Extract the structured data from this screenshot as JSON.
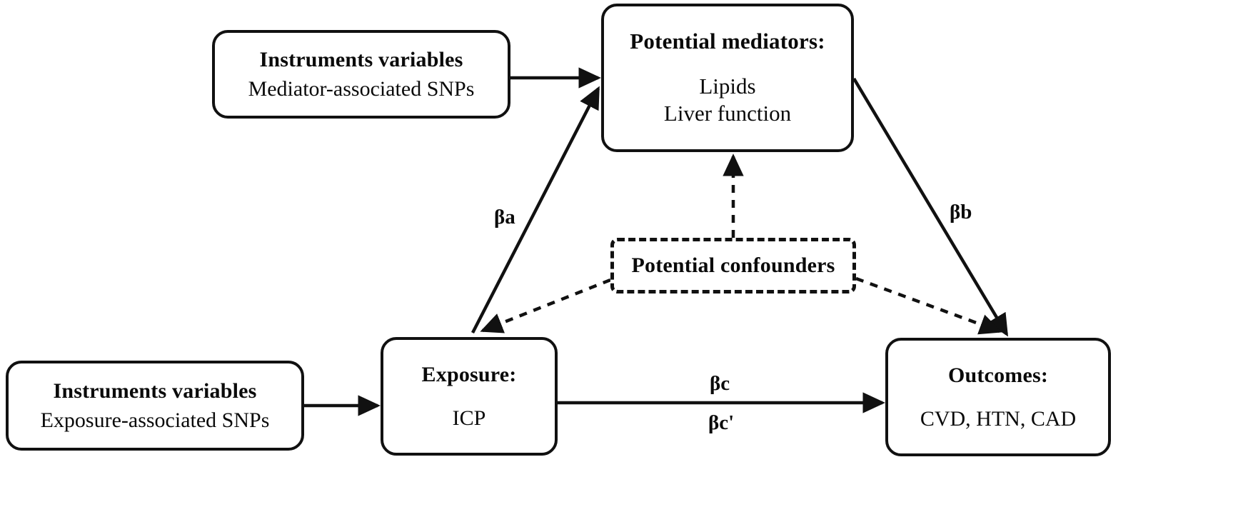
{
  "diagram": {
    "type": "mendelian-randomization-mediation-diagram",
    "background": "#ffffff",
    "line_color": "#111111",
    "nodes": {
      "iv_mediator": {
        "title": "Instruments variables",
        "subtitle": "Mediator-associated SNPs",
        "border": "solid"
      },
      "mediators": {
        "title": "Potential mediators:",
        "line1": "Lipids",
        "line2": "Liver function",
        "border": "solid"
      },
      "confounders": {
        "title": "Potential confounders",
        "border": "dashed"
      },
      "exposure": {
        "title": "Exposure:",
        "subtitle": "ICP",
        "border": "solid"
      },
      "iv_exposure": {
        "title": "Instruments variables",
        "subtitle": "Exposure-associated SNPs",
        "border": "solid"
      },
      "outcomes": {
        "title": "Outcomes:",
        "subtitle": "CVD, HTN, CAD",
        "border": "solid"
      }
    },
    "edge_labels": {
      "beta_a": "βa",
      "beta_b": "βb",
      "beta_c": "βc",
      "beta_c_prime": "βc'"
    },
    "edges": [
      {
        "name": "iv-mediator-to-mediators",
        "from": "iv_mediator",
        "to": "mediators",
        "style": "solid",
        "label": ""
      },
      {
        "name": "exposure-to-mediators",
        "from": "exposure",
        "to": "mediators",
        "style": "solid",
        "label": "βa"
      },
      {
        "name": "mediators-to-outcomes",
        "from": "mediators",
        "to": "outcomes",
        "style": "solid",
        "label": "βb"
      },
      {
        "name": "exposure-to-outcomes",
        "from": "exposure",
        "to": "outcomes",
        "style": "solid",
        "label": "βc / βc'"
      },
      {
        "name": "iv-exposure-to-exposure",
        "from": "iv_exposure",
        "to": "exposure",
        "style": "solid",
        "label": ""
      },
      {
        "name": "confounders-to-mediators",
        "from": "confounders",
        "to": "mediators",
        "style": "dashed",
        "label": ""
      },
      {
        "name": "confounders-to-exposure",
        "from": "confounders",
        "to": "exposure",
        "style": "dashed",
        "label": ""
      },
      {
        "name": "confounders-to-outcomes",
        "from": "confounders",
        "to": "outcomes",
        "style": "dashed",
        "label": ""
      }
    ]
  }
}
